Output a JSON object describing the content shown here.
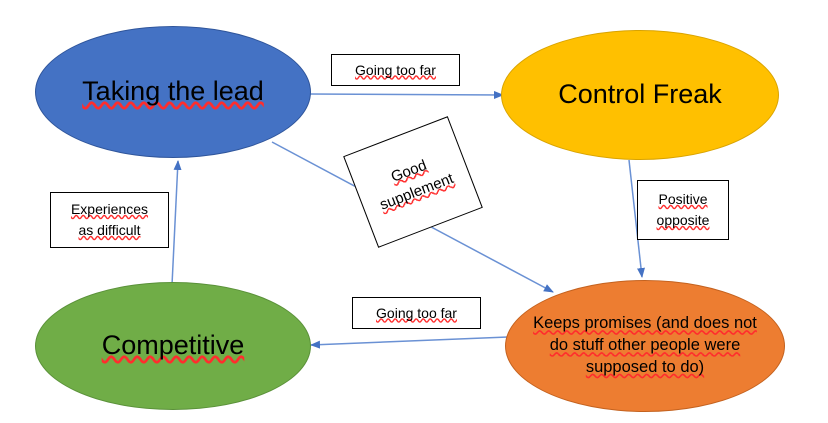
{
  "diagram": {
    "title": "Taking the lead / Control Freak behaviour quadrant",
    "background_color": "#ffffff",
    "edge_color": "#4472C4",
    "nodes": [
      {
        "id": "taking-the-lead",
        "label": "Taking the lead",
        "color": "#4472C4",
        "spellcheck_underline": true
      },
      {
        "id": "control-freak",
        "label": "Control Freak",
        "color": "#FFC000",
        "spellcheck_underline": false
      },
      {
        "id": "competitive",
        "label": "Competitive",
        "color": "#70AD47",
        "spellcheck_underline": true
      },
      {
        "id": "keeps-promises",
        "label": "Keeps promises (and does not\ndo stuff other people were\nsupposed to do)",
        "color": "#ED7D31",
        "spellcheck_underline": true
      }
    ],
    "edge_labels": [
      {
        "id": "going-too-far-top",
        "text": "Going too far",
        "from": "taking-the-lead",
        "to": "control-freak"
      },
      {
        "id": "good-supplement",
        "text": "Good\nsupplement",
        "from": "taking-the-lead",
        "to": "keeps-promises"
      },
      {
        "id": "positive-opposite",
        "text": "Positive\nopposite",
        "from": "control-freak",
        "to": "keeps-promises"
      },
      {
        "id": "going-too-far-bottom",
        "text": "Going too far",
        "from": "keeps-promises",
        "to": "competitive"
      },
      {
        "id": "experiences-as-difficult",
        "text": "Experiences\nas difficult",
        "from": "competitive",
        "to": "taking-the-lead"
      }
    ]
  }
}
